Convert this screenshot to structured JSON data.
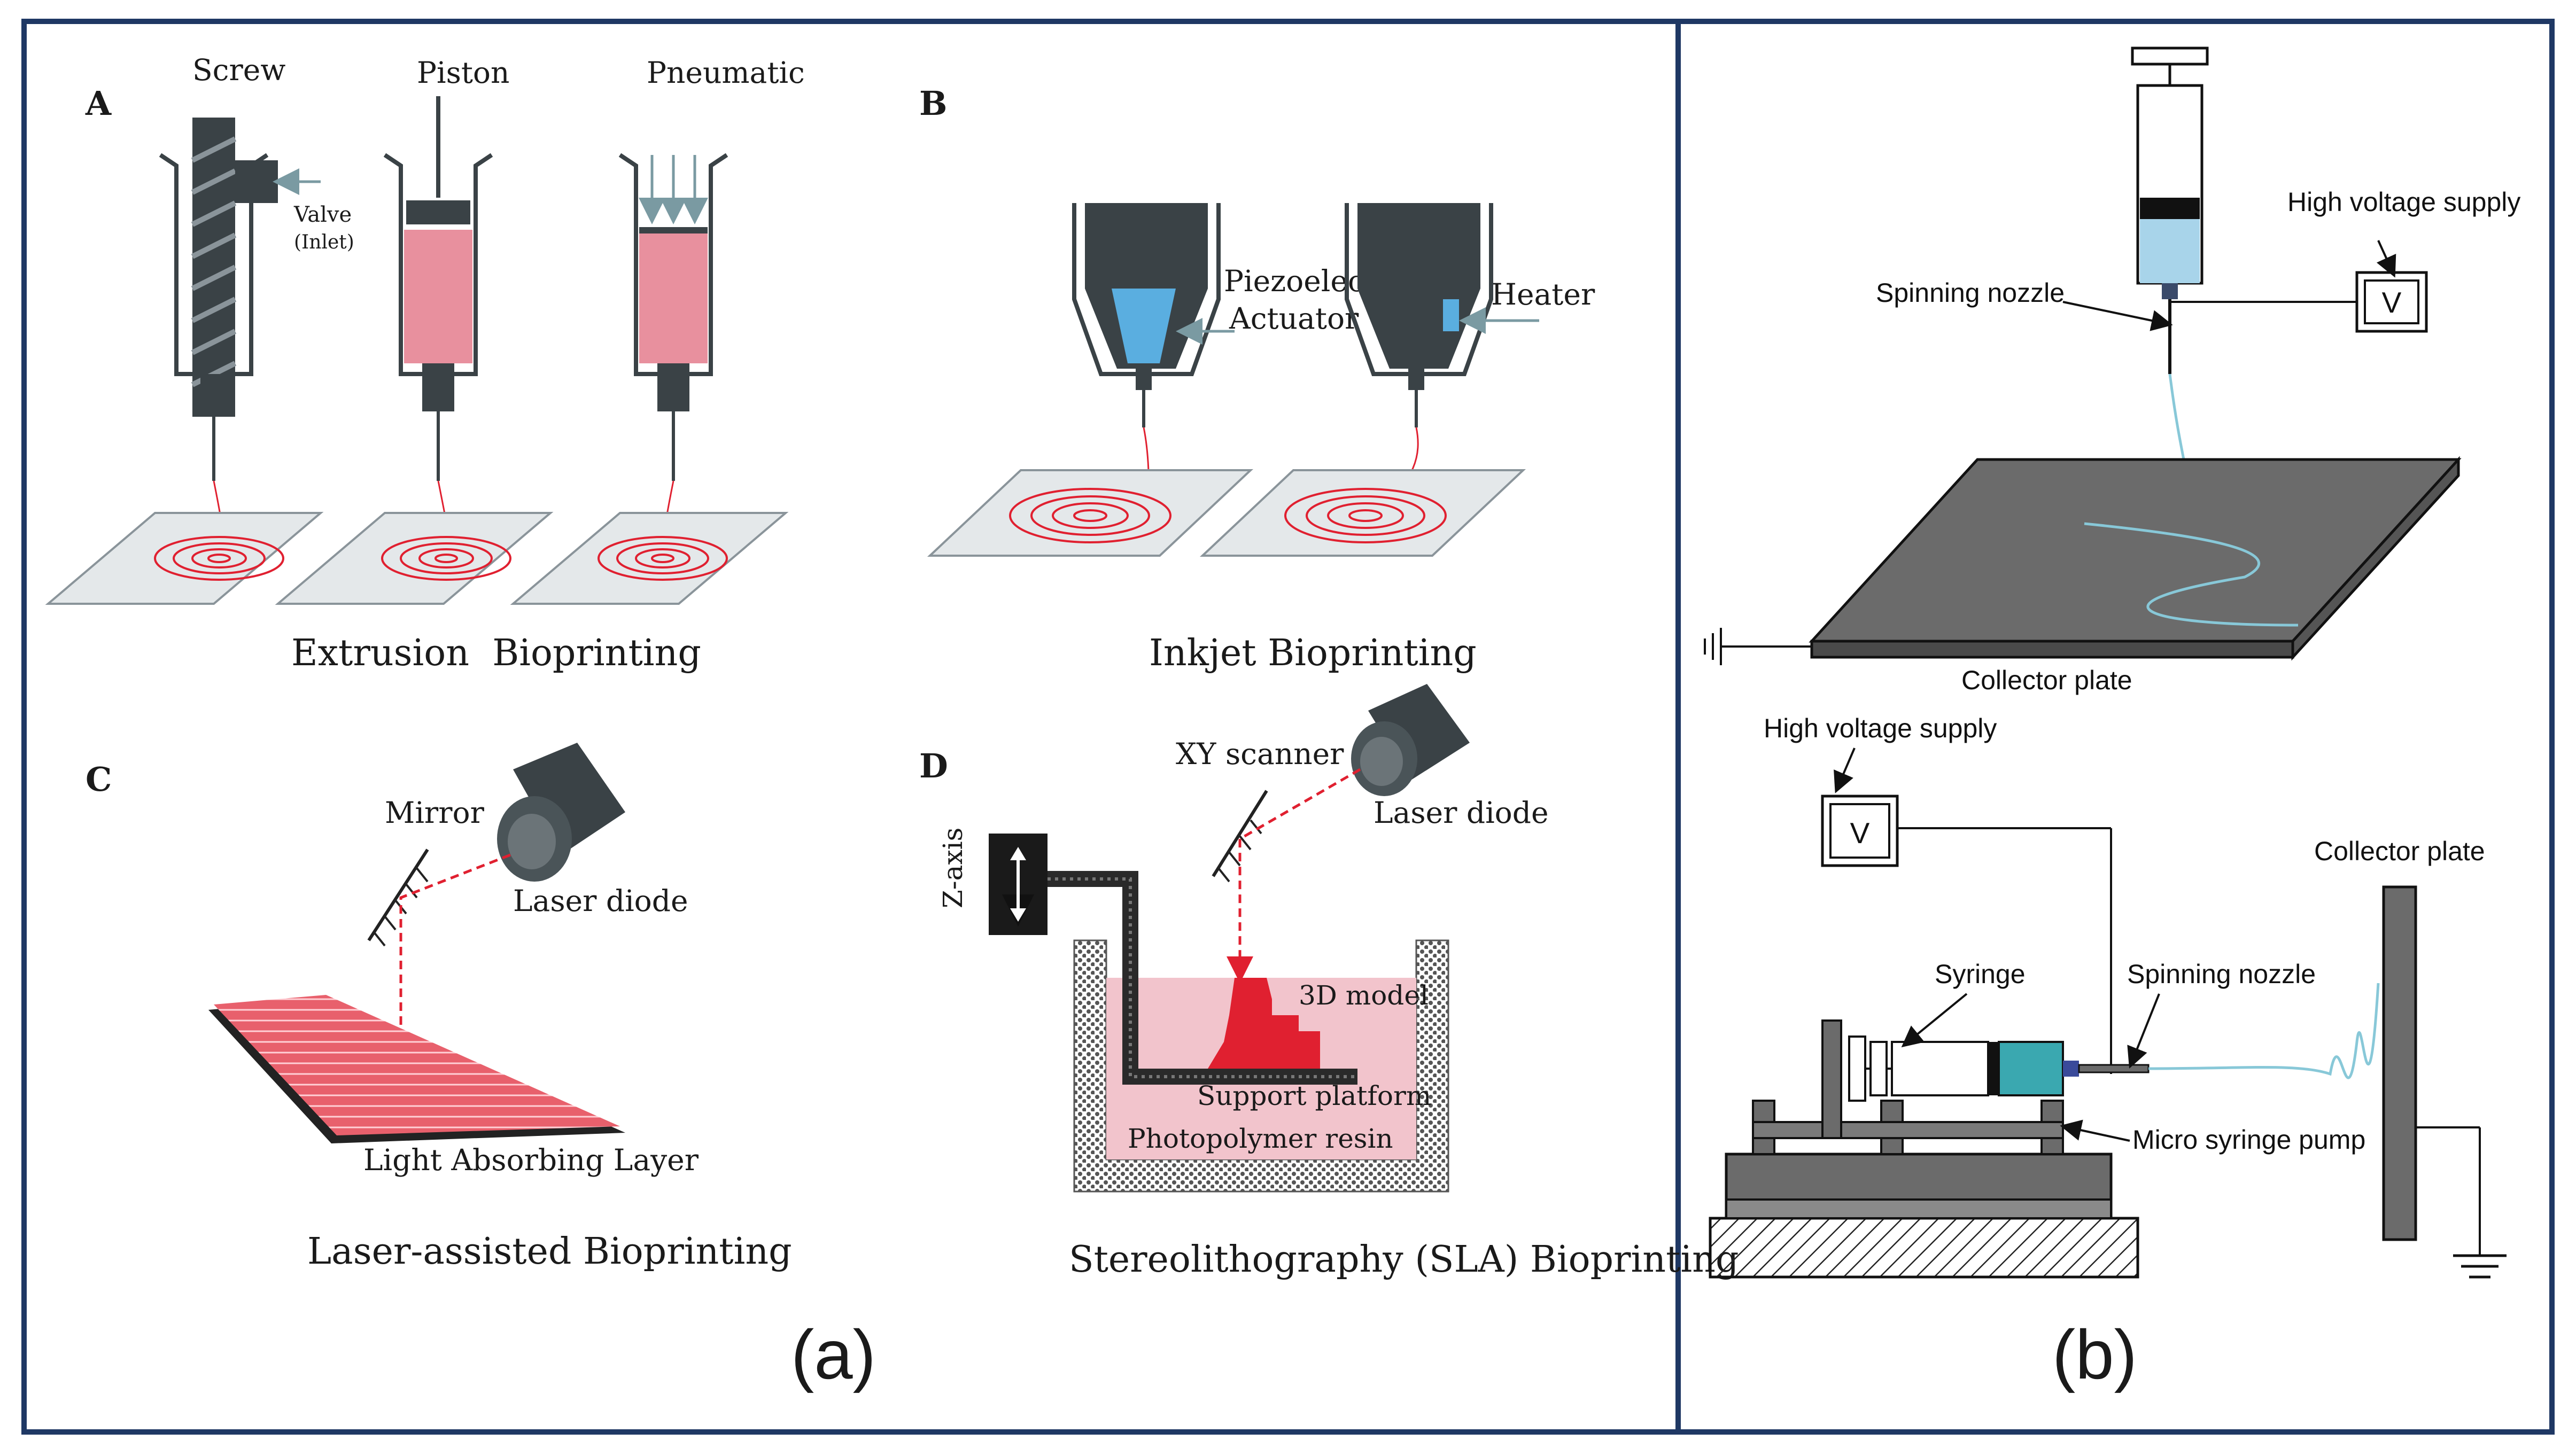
{
  "colors": {
    "frame": "#1f3864",
    "ink": "#1a1a1a",
    "dark_gray": "#3a4246",
    "pink_fill": "#e8909e",
    "red": "#e02030",
    "light_blue": "#a8d4ea",
    "teal": "#3aa8b0",
    "plate_gray": "#6b6b6b"
  },
  "panel_a": {
    "caption": "(a)",
    "A": {
      "letter": "A",
      "title": "Extrusion  Bioprinting",
      "screw_label": "Screw",
      "piston_label": "Piston",
      "pneumatic_label": "Pneumatic",
      "valve_label": "Valve",
      "inlet_label": "(Inlet)"
    },
    "B": {
      "letter": "B",
      "title": "Inkjet Bioprinting",
      "piezo_label_1": "Piezoelectric",
      "piezo_label_2": "Actuator",
      "heater_label": "Heater"
    },
    "C": {
      "letter": "C",
      "title": "Laser-assisted Bioprinting",
      "mirror_label": "Mirror",
      "laser_label": "Laser diode",
      "layer_label": "Light Absorbing Layer"
    },
    "D": {
      "letter": "D",
      "title": "Stereolithography (SLA) Bioprinting",
      "scanner_label": "XY scanner",
      "laser_label": "Laser diode",
      "zaxis_label": "Z-axis",
      "model_label": "3D model",
      "platform_label": "Support platform",
      "resin_label": "Photopolymer resin"
    }
  },
  "panel_b": {
    "caption": "(b)",
    "top": {
      "hv_label": "High voltage supply",
      "nozzle_label": "Spinning nozzle",
      "collector_label": "Collector plate",
      "voltmeter_symbol": "V"
    },
    "bottom": {
      "hv_label": "High voltage supply",
      "collector_label": "Collector plate",
      "syringe_label": "Syringe",
      "nozzle_label": "Spinning nozzle",
      "pump_label": "Micro syringe pump",
      "voltmeter_symbol": "V"
    }
  }
}
